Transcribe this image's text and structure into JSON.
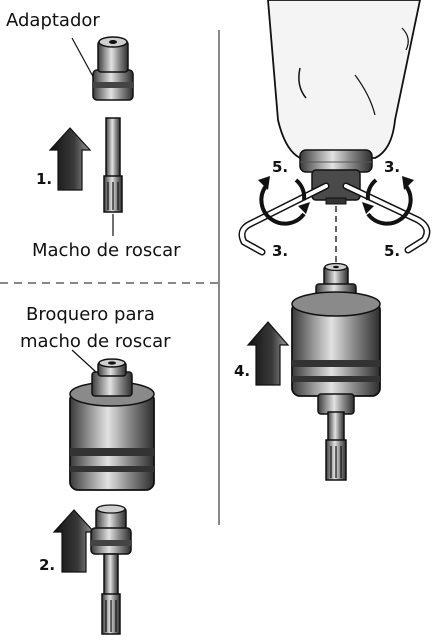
{
  "labels": {
    "adapter": "Adaptador",
    "tap": "Macho de roscar",
    "tap_chuck_line1": "Broquero para",
    "tap_chuck_line2": "macho de roscar"
  },
  "steps": {
    "s1": "1.",
    "s2": "2.",
    "s3a": "3.",
    "s3b": "3.",
    "s4": "4.",
    "s5a": "5.",
    "s5b": "5."
  },
  "colors": {
    "metal_dark": "#3a3a3a",
    "metal_mid": "#7a7a7a",
    "metal_light": "#d8d8d8",
    "outline": "#111111",
    "arrow_fill": "#2b2b2b",
    "divider": "#888888"
  }
}
